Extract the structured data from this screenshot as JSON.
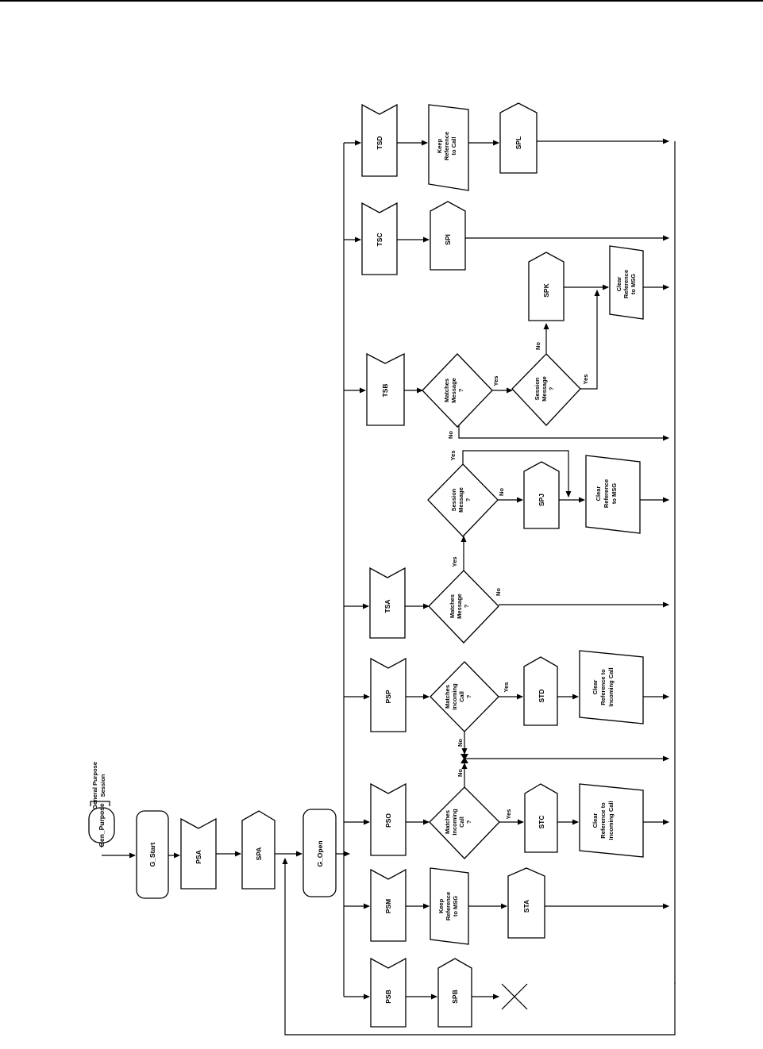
{
  "annotation": {
    "line1": "General Purpose",
    "line2": "Session"
  },
  "nodes": {
    "gen_purpose": "Gen_Purpose",
    "g_start": "G_Start",
    "psa": "PSA",
    "spa": "SPA",
    "g_open": "G_Open",
    "psb": "PSB",
    "spb": "SPB",
    "psm": "PSM",
    "keep_msg": [
      "Keep",
      "Reference",
      "to MSG"
    ],
    "sta": "STA",
    "pso": "PSO",
    "matches_call_1": [
      "Matches",
      "Incoming",
      "Call",
      "?"
    ],
    "stc": "STC",
    "clear_call_1": [
      "Clear",
      "Reference to",
      "Incoming Call"
    ],
    "psp": "PSP",
    "matches_call_2": [
      "Matches",
      "Incoming",
      "Call",
      "?"
    ],
    "std": "STD",
    "clear_call_2": [
      "Clear",
      "Reference to",
      "Incoming Call"
    ],
    "tsa": "TSA",
    "matches_msg_1": [
      "Matches",
      "Message",
      "?"
    ],
    "session_msg_1": [
      "Session",
      "Message",
      "?"
    ],
    "spj": "SPJ",
    "clear_msg_1": [
      "Clear",
      "Reference",
      "to MSG"
    ],
    "tsb": "TSB",
    "matches_msg_2": [
      "Matches",
      "Message",
      "?"
    ],
    "session_msg_2": [
      "Session",
      "Message",
      "?"
    ],
    "spk": "SPK",
    "clear_msg_2": [
      "Clear",
      "Reference",
      "to MSG"
    ],
    "tsc": "TSC",
    "spi": "SPI",
    "tsd": "TSD",
    "keep_call": [
      "Keep",
      "Reference",
      "to Call"
    ],
    "spl": "SPL"
  },
  "edge_labels": {
    "yes": "Yes",
    "no": "No"
  }
}
